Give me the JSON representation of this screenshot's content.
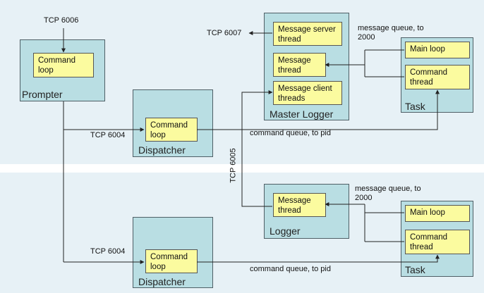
{
  "blocks": {
    "prompter": {
      "title": "Prompter",
      "inner": "Command loop"
    },
    "dispatcher_top": {
      "title": "Dispatcher",
      "inner": "Command loop"
    },
    "dispatcher_bottom": {
      "title": "Dispatcher",
      "inner": "Command loop"
    },
    "master_logger": {
      "title": "Master Logger",
      "server": "Message server thread",
      "thread": "Message thread",
      "client": "Message client threads"
    },
    "logger": {
      "title": "Logger",
      "thread": "Message thread"
    },
    "task_top": {
      "title": "Task",
      "main": "Main loop",
      "command": "Command thread"
    },
    "task_bottom": {
      "title": "Task",
      "main": "Main loop",
      "command": "Command thread"
    }
  },
  "labels": {
    "tcp_6006": "TCP 6006",
    "tcp_6007": "TCP 6007",
    "tcp_6004_top": "TCP 6004",
    "tcp_6004_bottom": "TCP 6004",
    "tcp_6005": "TCP 6005",
    "mq_top": "message queue, to 2000",
    "mq_bottom": "message queue, to 2000",
    "cq_top": "command queue, to pid",
    "cq_bottom": "command queue, to pid"
  }
}
